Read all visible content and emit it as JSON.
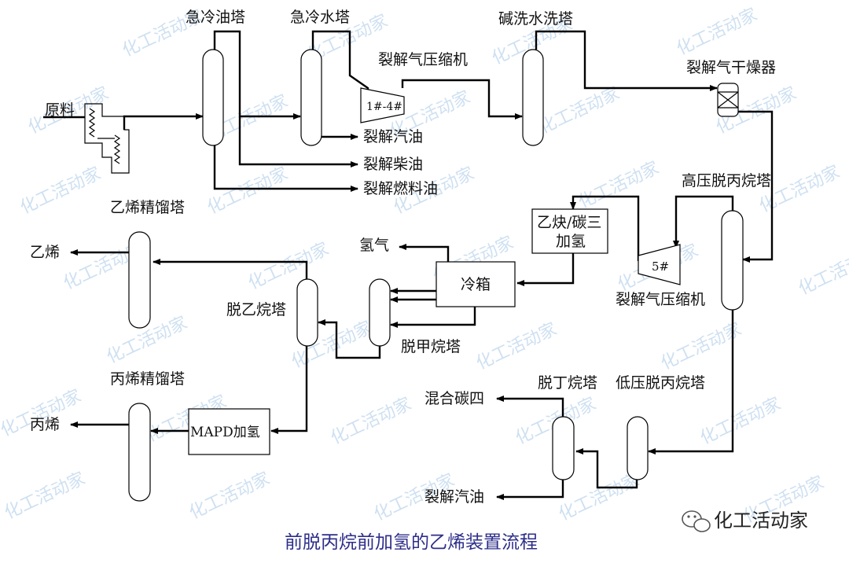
{
  "title": "前脱丙烷前加氢的乙烯装置流程",
  "watermark": "化工活动家",
  "logo_text": "化工活动家",
  "labels": {
    "feed": "原料",
    "quench_oil_tower": "急冷油塔",
    "quench_water_tower": "急冷水塔",
    "compressor_label_1": "裂解气压缩机",
    "compressor_1_4": "1#-4#",
    "caustic_wash": "碱洗水洗塔",
    "dryer": "裂解气干燥器",
    "cracked_gasoline_1": "裂解汽油",
    "cracked_diesel": "裂解柴油",
    "cracked_fuel_oil": "裂解燃料油",
    "hp_depropanizer": "高压脱丙烷塔",
    "acetylene_hydro_line1": "乙炔/碳三",
    "acetylene_hydro_line2": "加氢",
    "compressor_5": "5#",
    "compressor_label_2": "裂解气压缩机",
    "ethylene_fractionator": "乙烯精馏塔",
    "ethylene": "乙烯",
    "hydrogen": "氢气",
    "cold_box": "冷箱",
    "deethanizer": "脱乙烷塔",
    "demethanizer": "脱甲烷塔",
    "propylene_fractionator": "丙烯精馏塔",
    "propylene": "丙烯",
    "mapd_hydro": "MAPD加氢",
    "debutanizer": "脱丁烷塔",
    "lp_depropanizer": "低压脱丙烷塔",
    "mixed_c4": "混合碳四",
    "cracked_gasoline_2": "裂解汽油"
  },
  "icons": {
    "furnace": "cracking-furnace-icon",
    "compressor": "compressor-icon",
    "dryer": "dryer-icon",
    "logo": "wechat-logo-icon"
  }
}
